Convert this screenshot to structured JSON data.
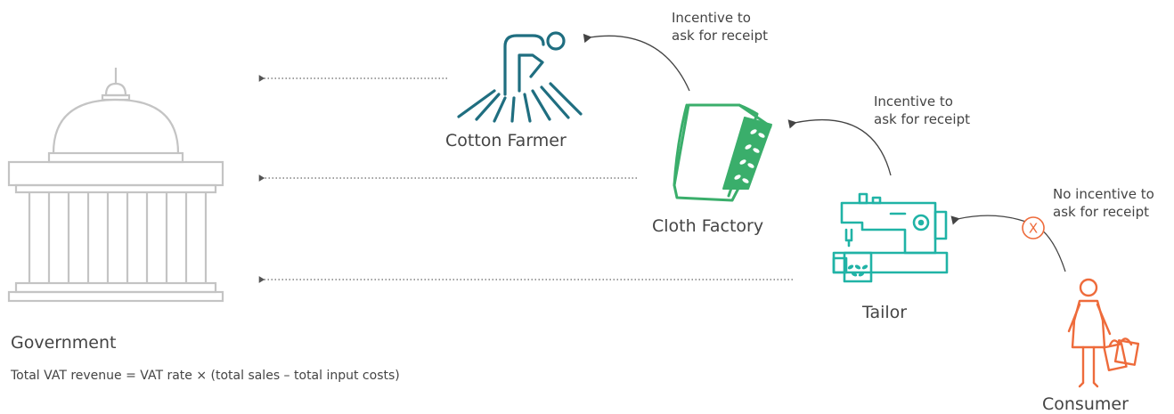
{
  "colors": {
    "teal": "#1f6e80",
    "green": "#3aae6b",
    "sea": "#20b3a6",
    "orange": "#ee6b3b",
    "gray": "#c4c4c4",
    "text": "#444444"
  },
  "actors": {
    "government": {
      "label": "Government",
      "icon": "government-building-icon"
    },
    "farmer": {
      "label": "Cotton Farmer",
      "icon": "cotton-farmer-icon"
    },
    "factory": {
      "label": "Cloth Factory",
      "icon": "cloth-roll-icon"
    },
    "tailor": {
      "label": "Tailor",
      "icon": "sewing-machine-icon"
    },
    "consumer": {
      "label": "Consumer",
      "icon": "consumer-with-bags-icon"
    }
  },
  "incentives": {
    "factory_to_farmer": {
      "line1": "Incentive to",
      "line2": "ask for receipt"
    },
    "tailor_to_factory": {
      "line1": "Incentive to",
      "line2": "ask for receipt"
    },
    "consumer_to_tailor": {
      "line1": "No incentive to",
      "line2": "ask for receipt",
      "marker": "X"
    }
  },
  "formula": "Total VAT revenue = VAT rate × (total sales – total input costs)"
}
